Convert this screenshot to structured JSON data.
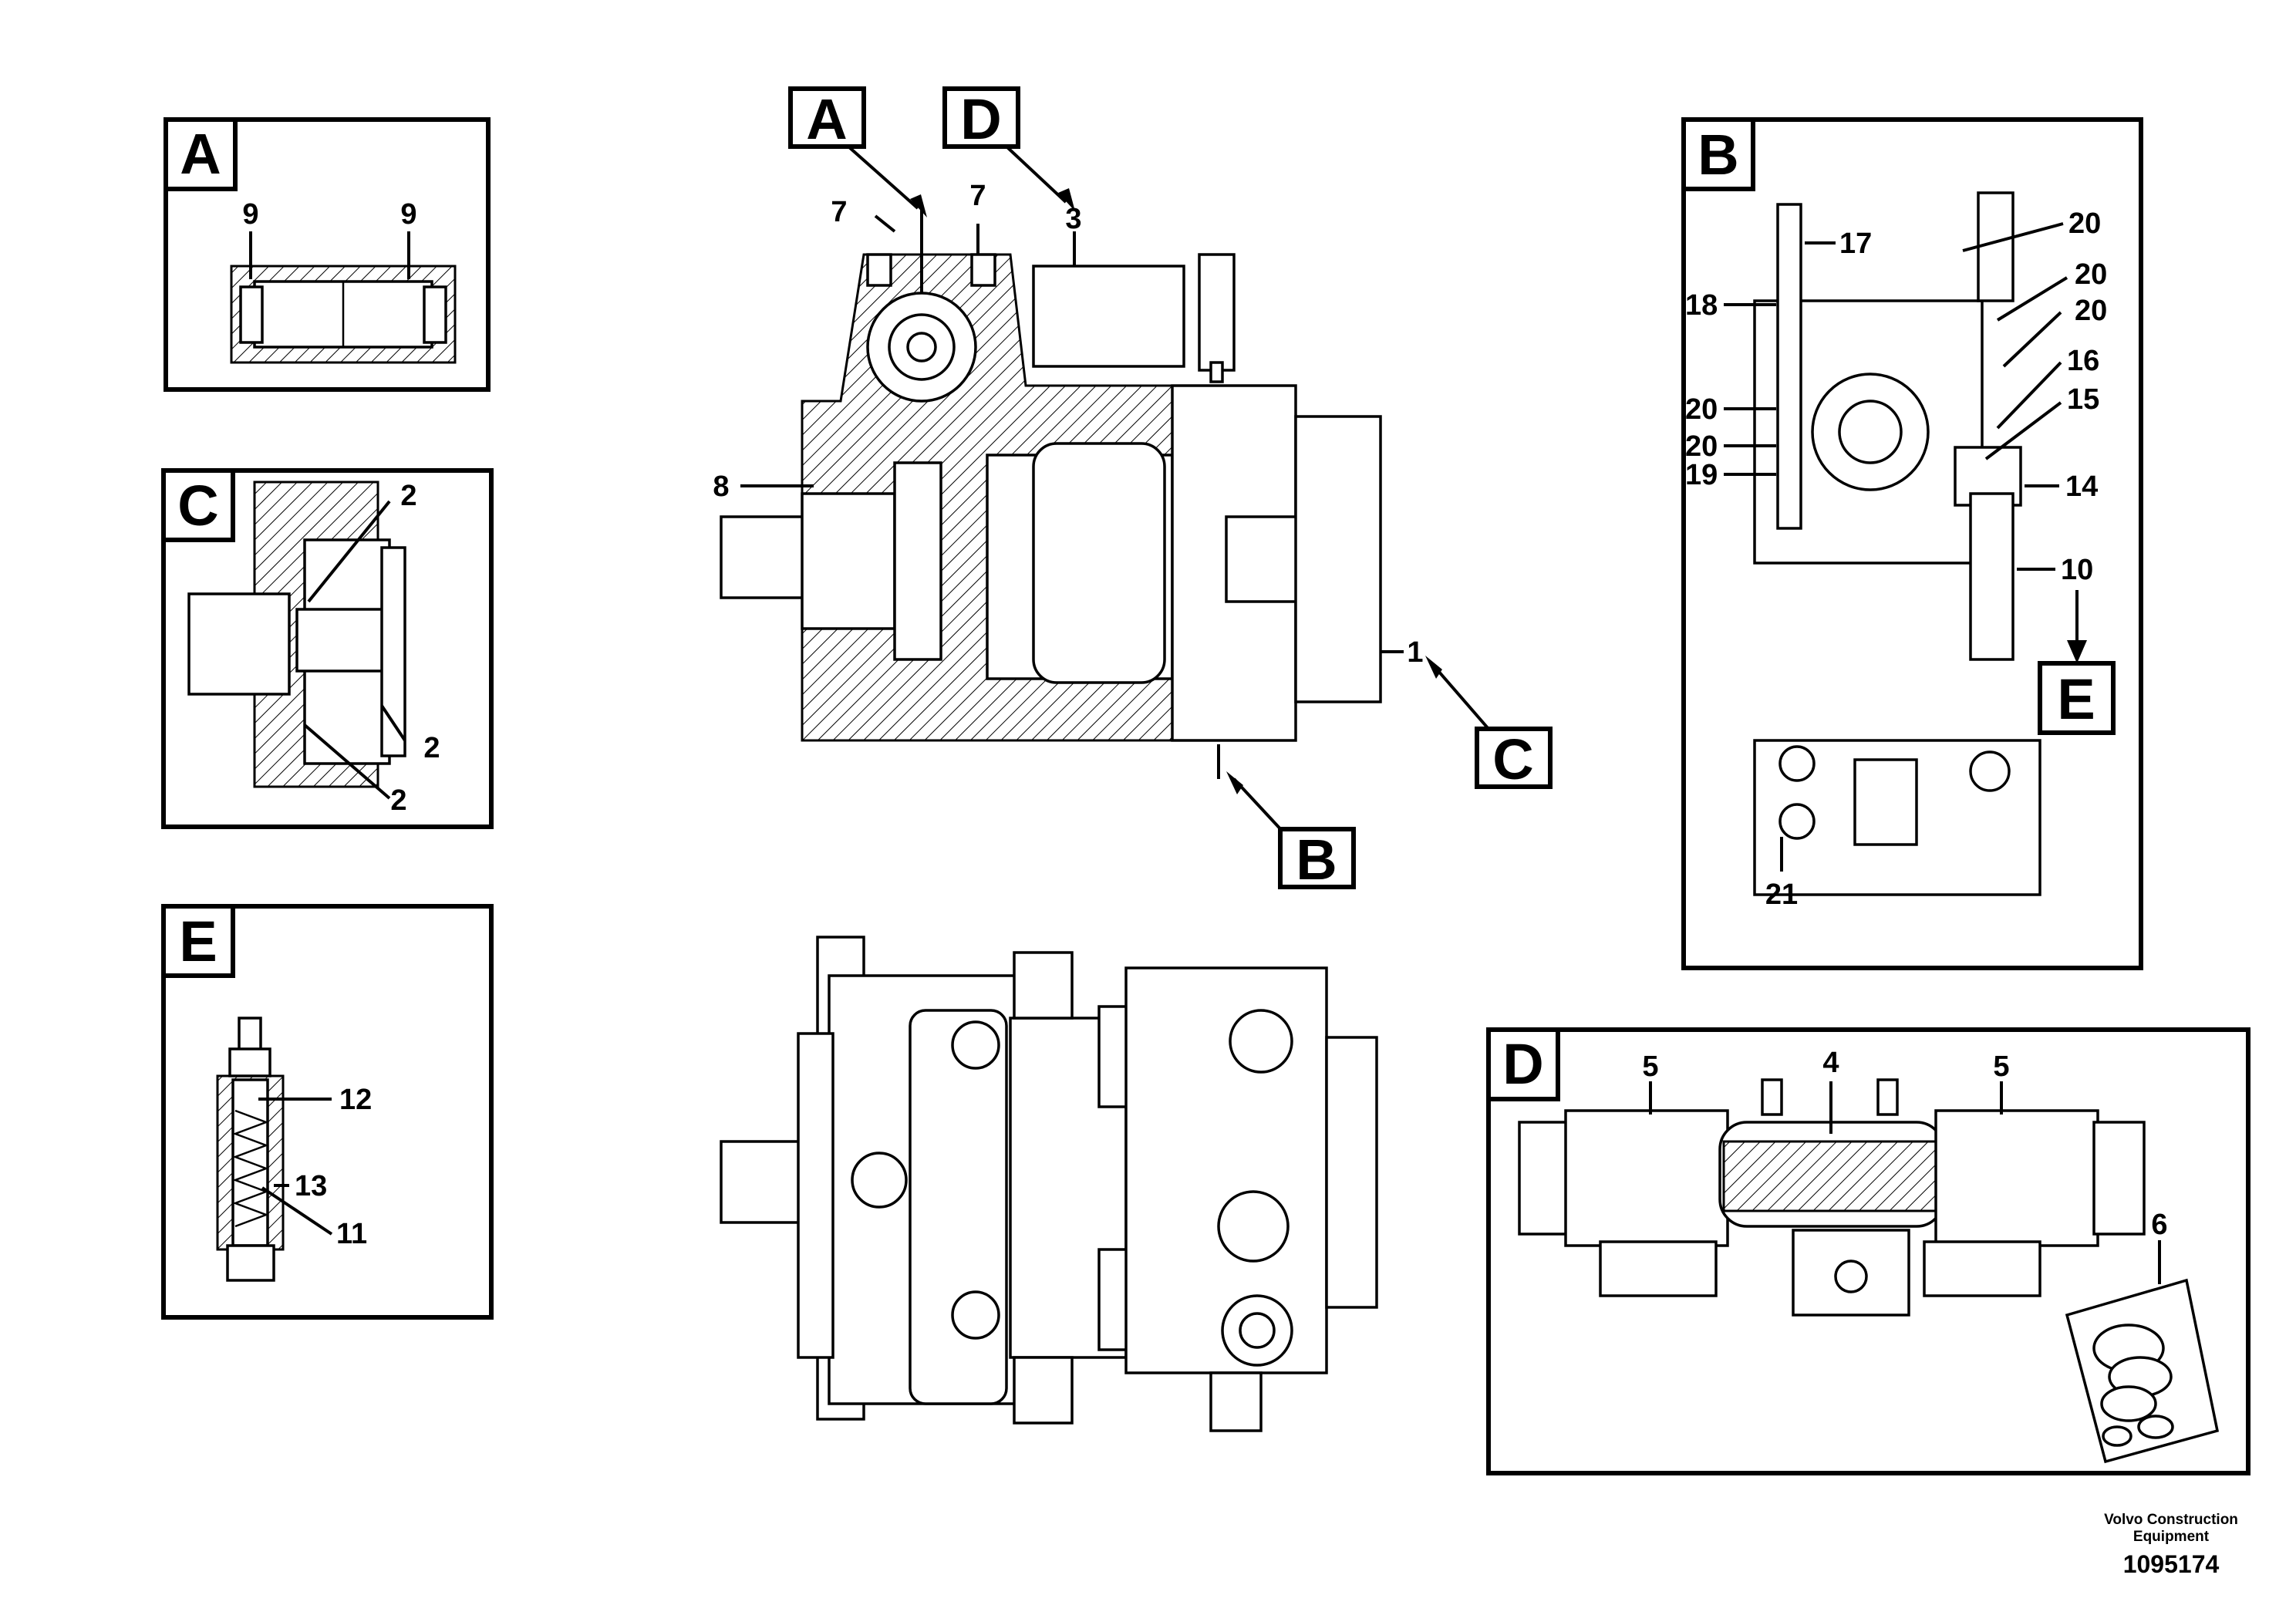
{
  "detail_boxes": {
    "A": {
      "tag": "A",
      "callouts": [
        "9",
        "9"
      ]
    },
    "C": {
      "tag": "C",
      "callouts": [
        "2",
        "2",
        "2"
      ]
    },
    "E": {
      "tag": "E",
      "callouts": [
        "12",
        "13",
        "11"
      ]
    },
    "B": {
      "tag": "B",
      "callouts": [
        "17",
        "20",
        "20",
        "20",
        "18",
        "16",
        "15",
        "20",
        "20",
        "19",
        "14",
        "10",
        "21"
      ]
    },
    "D": {
      "tag": "D",
      "callouts": [
        "5",
        "4",
        "5",
        "6"
      ]
    }
  },
  "main_view": {
    "tags": [
      "A",
      "D",
      "B",
      "C",
      "E"
    ],
    "callouts": [
      "7",
      "7",
      "3",
      "8",
      "1"
    ]
  },
  "footer": {
    "company": "Volvo Construction Equipment",
    "drawing_number": "1095174"
  }
}
